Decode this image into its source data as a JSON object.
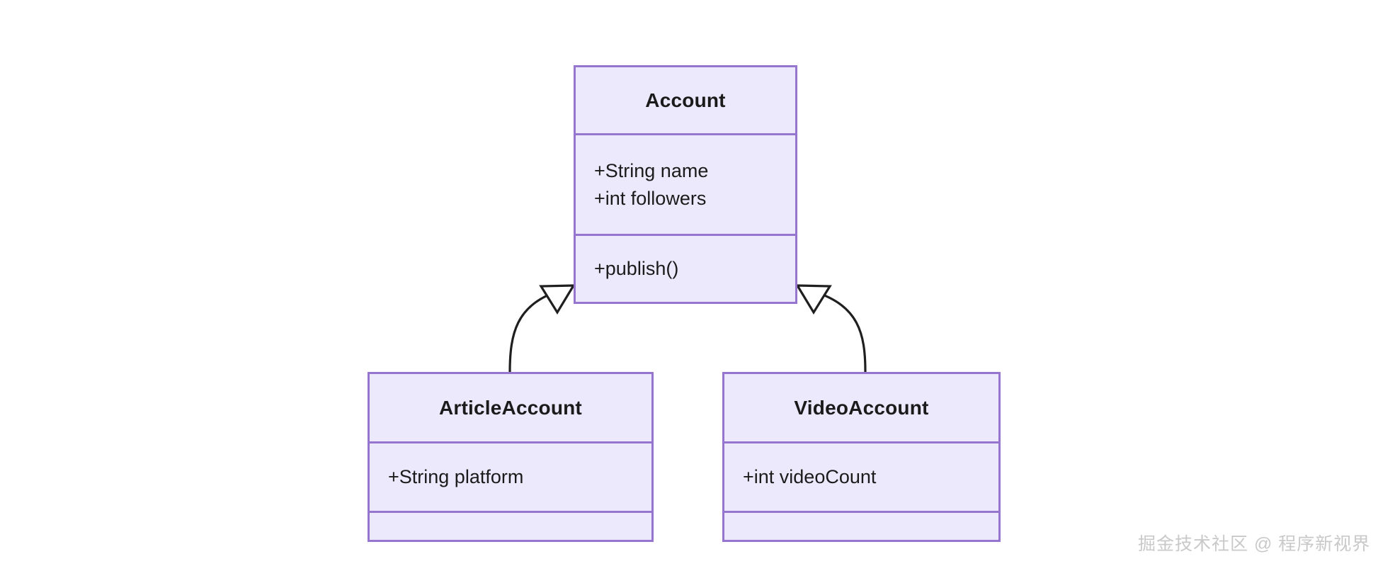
{
  "diagram": {
    "type": "uml-class-diagram",
    "background_color": "#ffffff",
    "class_border_color": "#9575cd",
    "class_fill_color": "#ece9fd",
    "edge_color": "#1f1f1f",
    "classes": [
      {
        "id": "account",
        "name": "Account",
        "attributes": [
          "+String name",
          "+int followers"
        ],
        "operations": [
          "+publish()"
        ]
      },
      {
        "id": "article-account",
        "name": "ArticleAccount",
        "attributes": [
          "+String platform"
        ],
        "operations": []
      },
      {
        "id": "video-account",
        "name": "VideoAccount",
        "attributes": [
          "+int videoCount"
        ],
        "operations": []
      }
    ],
    "relationships": [
      {
        "id": "article-extends-account",
        "type": "generalization",
        "from": "ArticleAccount",
        "to": "Account",
        "arrowhead": "hollow-triangle"
      },
      {
        "id": "video-extends-account",
        "type": "generalization",
        "from": "VideoAccount",
        "to": "Account",
        "arrowhead": "hollow-triangle"
      }
    ]
  },
  "watermark": {
    "text": "掘金技术社区 @ 程序新视界",
    "color": "#c9c9c9"
  }
}
